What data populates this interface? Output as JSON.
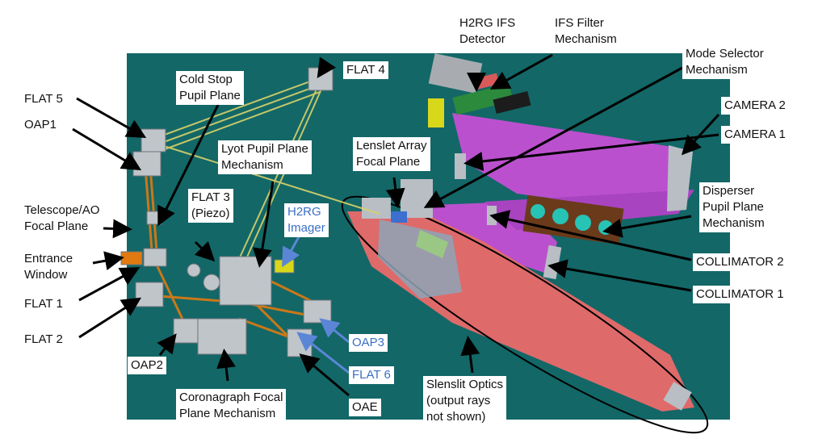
{
  "labels": {
    "h2rg_ifs_detector": [
      "H2RG IFS",
      "Detector"
    ],
    "ifs_filter_mechanism": [
      "IFS Filter",
      "Mechanism"
    ],
    "mode_selector_mechanism": [
      "Mode Selector",
      "Mechanism"
    ],
    "flat4": [
      "FLAT 4"
    ],
    "cold_stop_pupil_plane": [
      "Cold Stop",
      "Pupil Plane"
    ],
    "flat5": [
      "FLAT 5"
    ],
    "oap1": [
      "OAP1"
    ],
    "camera2": [
      "CAMERA 2"
    ],
    "camera1": [
      "CAMERA 1"
    ],
    "lenslet_array_focal_plane": [
      "Lenslet Array",
      "Focal Plane"
    ],
    "lyot_pupil_plane_mechanism": [
      "Lyot Pupil Plane",
      "Mechanism"
    ],
    "flat3": [
      "FLAT 3",
      "(Piezo)"
    ],
    "h2rg_imager": [
      "H2RG",
      "Imager"
    ],
    "telescope_ao_focal_plane": [
      "Telescope/AO",
      "Focal Plane"
    ],
    "disperser_pupil_plane_mechanism": [
      "Disperser",
      "Pupil Plane",
      "Mechanism"
    ],
    "entrance_window": [
      "Entrance",
      "Window"
    ],
    "collimator2": [
      "COLLIMATOR 2"
    ],
    "collimator1": [
      "COLLIMATOR 1"
    ],
    "flat1": [
      "FLAT 1"
    ],
    "flat2": [
      "FLAT 2"
    ],
    "oap3": [
      "OAP3"
    ],
    "oap2": [
      "OAP2"
    ],
    "flat6": [
      "FLAT 6"
    ],
    "slenslit_optics": [
      "Slenslit Optics",
      "(output rays",
      "not shown)"
    ],
    "coronagraph_focal_plane_mechanism": [
      "Coronagraph Focal",
      "Plane Mechanism"
    ],
    "oae": [
      "OAE"
    ]
  },
  "colors": {
    "bench": "#136767",
    "label_text": "#111111",
    "label_blue": "#3b6fc6",
    "arrow": "#000000",
    "arrow_blue": "#5b86d6",
    "ifs_rays": "#d94ce0",
    "slenslit": "#df6a6a",
    "beam_orange": "#e07a10",
    "beam_yellow": "#d8d26a"
  }
}
